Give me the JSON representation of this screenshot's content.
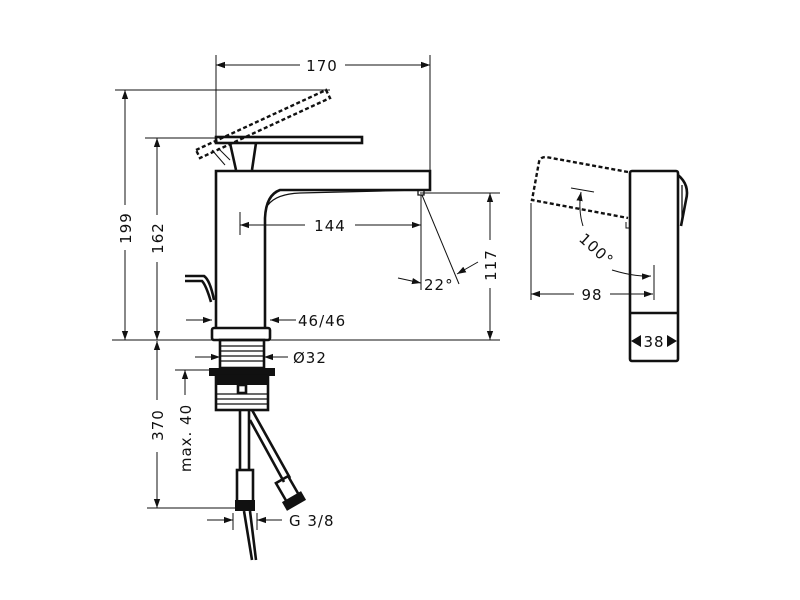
{
  "drawing": {
    "dimensions": {
      "width_total": "170",
      "height_lever_open": "199",
      "height_lever_closed": "162",
      "spout_reach": "144",
      "spout_height": "117",
      "spray_angle": "22°",
      "base_size": "46/46",
      "shank_diameter": "Ø32",
      "total_length": "370",
      "max_countertop": "max. 40",
      "connection_thread": "G 3/8",
      "lever_swing_angle": "100°",
      "side_depth": "98",
      "side_width": "38"
    }
  }
}
